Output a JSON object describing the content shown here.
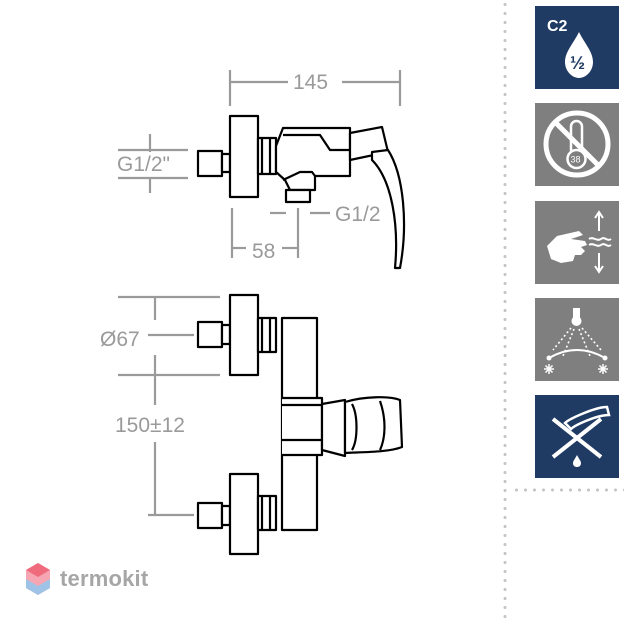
{
  "dimensions": {
    "width_total": "145",
    "thread_inlet": "G1/2\"",
    "thread_outlet": "G1/2",
    "outlet_offset": "58",
    "escutcheon_diameter": "Ø67",
    "center_distance": "150±12"
  },
  "icons": [
    {
      "name": "c2-half-drop-icon",
      "label_top": "C2",
      "label_bottom": "½",
      "bg": "#1f3a63"
    },
    {
      "name": "no-thermostat-38-icon",
      "label": "38",
      "bg": "#7f7f7f"
    },
    {
      "name": "hand-water-flow-icon",
      "bg": "#7f7f7f"
    },
    {
      "name": "hot-cold-range-icon",
      "bg": "#7f7f7f"
    },
    {
      "name": "no-pull-out-spout-icon",
      "bg": "#1f3a63"
    }
  ],
  "brand": {
    "name": "termokit",
    "logo_color": "#f06a7e"
  },
  "colors": {
    "line": "#000000",
    "dimension": "#9a9a9a",
    "dots": "#c4c4c4"
  }
}
